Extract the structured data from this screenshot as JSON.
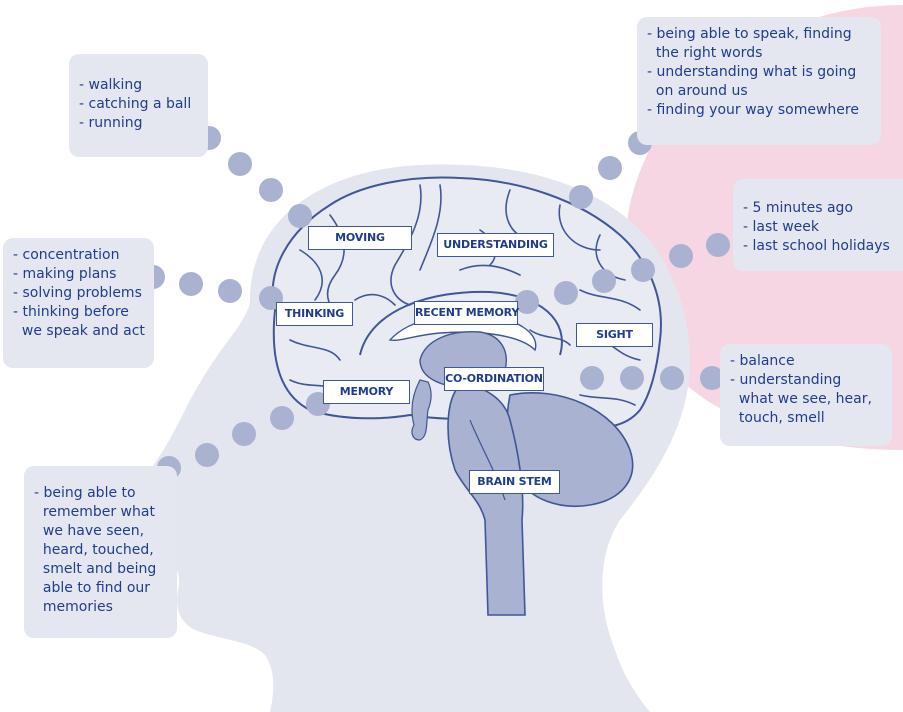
{
  "regions": {
    "moving": "MOVING",
    "understanding": "UNDERSTANDING",
    "thinking": "THINKING",
    "recent_memory": "RECENT MEMORY",
    "sight": "SIGHT",
    "co_ordination": "CO-ORDINATION",
    "memory": "MEMORY",
    "brain_stem": "BRAIN STEM"
  },
  "callouts": {
    "moving": [
      "- walking",
      "- catching a ball",
      "- running"
    ],
    "thinking": [
      "- concentration",
      "- making plans",
      "- solving problems",
      "- thinking before",
      "  we speak and act"
    ],
    "understanding": [
      "- being able to speak, finding",
      "  the right words",
      "- understanding what is going",
      "  on around us",
      "- finding your way somewhere"
    ],
    "recent_memory": [
      "- 5 minutes ago",
      "- last week",
      "- last school holidays"
    ],
    "co_ordination": [
      "- balance",
      "- understanding",
      "  what we see, hear,",
      "  touch, smell"
    ],
    "memory": [
      "- being able to",
      "  remember what",
      "  we have seen,",
      "  heard, touched,",
      "  smelt and being",
      "  able to find our",
      "  memories"
    ]
  },
  "colors": {
    "head": "#e3e5ef",
    "brain_fill": "#e9ebf3",
    "brain_outline": "#3f5796",
    "deep_structures": "#a9b2d0",
    "dots": "#a9b2d0",
    "pink_zone": "#f7d6e3",
    "text": "#1f3d8c"
  }
}
